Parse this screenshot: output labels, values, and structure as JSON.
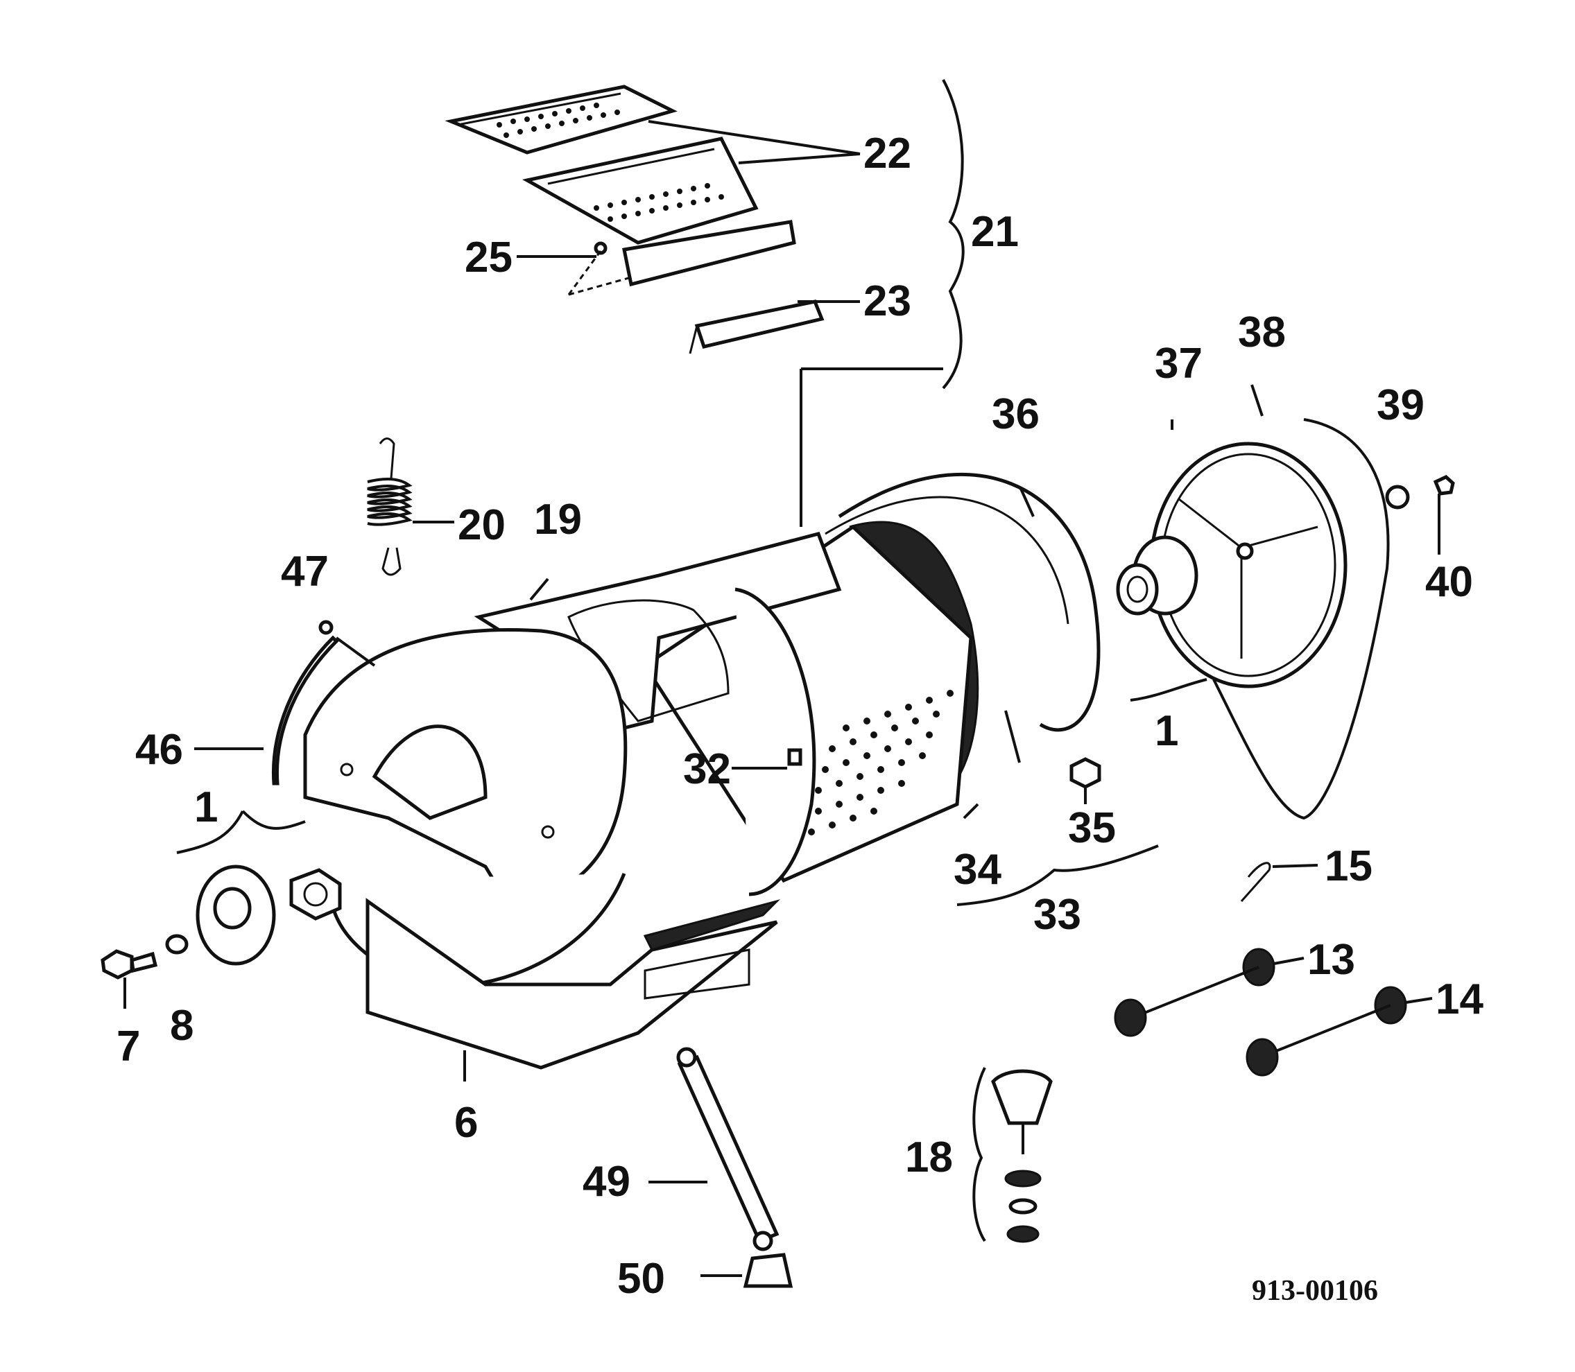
{
  "drawing_code": "913-00106",
  "callouts": {
    "c1_left": "1",
    "c1_right": "1",
    "c6": "6",
    "c7": "7",
    "c8": "8",
    "c13": "13",
    "c14": "14",
    "c15": "15",
    "c18": "18",
    "c19": "19",
    "c20": "20",
    "c21": "21",
    "c22": "22",
    "c23": "23",
    "c25": "25",
    "c32": "32",
    "c33": "33",
    "c34": "34",
    "c35": "35",
    "c36": "36",
    "c37": "37",
    "c38": "38",
    "c39": "39",
    "c40": "40",
    "c46": "46",
    "c47": "47",
    "c49": "49",
    "c50": "50"
  }
}
